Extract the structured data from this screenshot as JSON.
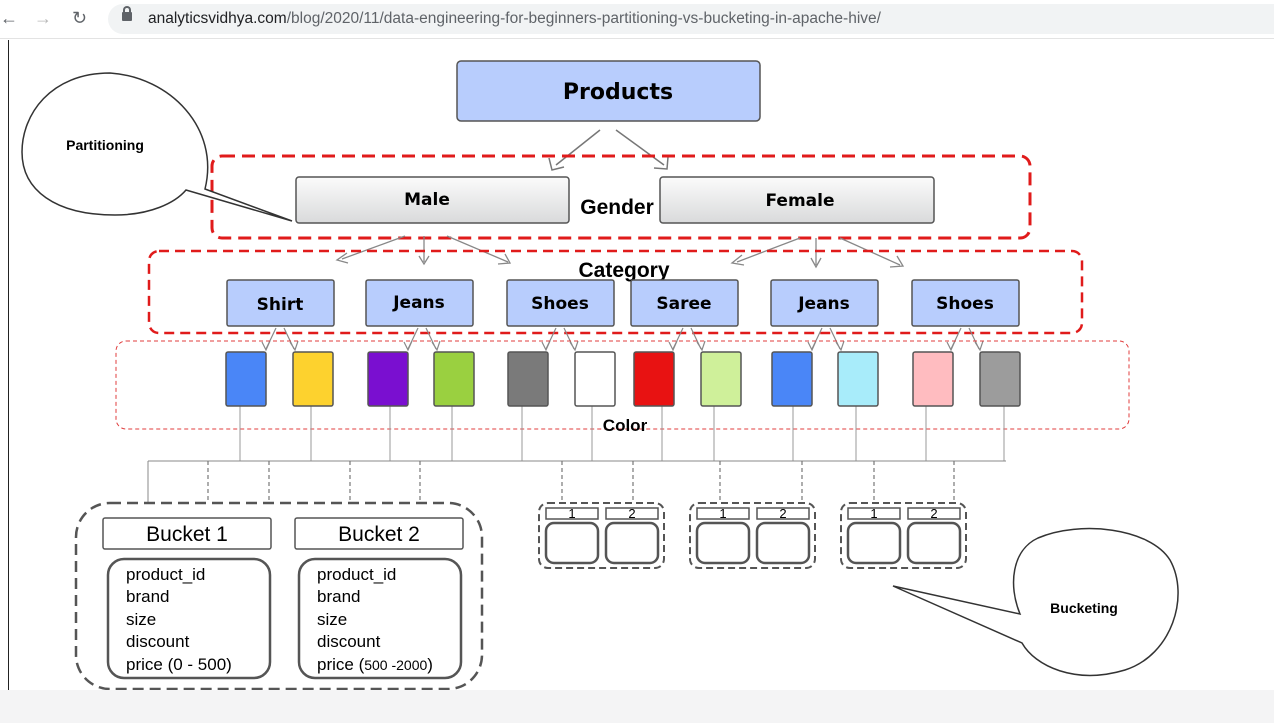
{
  "browser": {
    "url_host": "analyticsvidhya.com",
    "url_path": "/blog/2020/11/data-engineering-for-beginners-partitioning-vs-bucketing-in-apache-hive/"
  },
  "diagram": {
    "root": "Products",
    "gender": {
      "label": "Gender",
      "male": "Male",
      "female": "Female"
    },
    "category": {
      "label": "Category",
      "items": [
        "Shirt",
        "Jeans",
        "Shoes",
        "Saree",
        "Jeans",
        "Shoes"
      ]
    },
    "color_label": "Color",
    "colors": [
      "#4a86f7",
      "#fdd22e",
      "#7a0fd0",
      "#9ad040",
      "#7a7a7a",
      "#ffffff",
      "#e81212",
      "#cff09a",
      "#4a86f7",
      "#a8ecfa",
      "#ffbcc0",
      "#9c9c9c"
    ],
    "callouts": {
      "partitioning": "Partitioning",
      "bucketing": "Bucketing"
    },
    "buckets": [
      {
        "title": "Bucket 1",
        "fields": [
          "product_id",
          "brand",
          "size",
          "discount"
        ],
        "price_label": "price (0 - 500)"
      },
      {
        "title": "Bucket 2",
        "fields": [
          "product_id",
          "brand",
          "size",
          "discount"
        ],
        "price_prefix": "price (",
        "price_range": "500 -2000",
        "price_suffix": ")"
      }
    ],
    "mini_buckets": [
      "1",
      "2"
    ]
  },
  "accent": {
    "partition_red": "#e01b1b",
    "box_blue": "#b8cdfd"
  }
}
